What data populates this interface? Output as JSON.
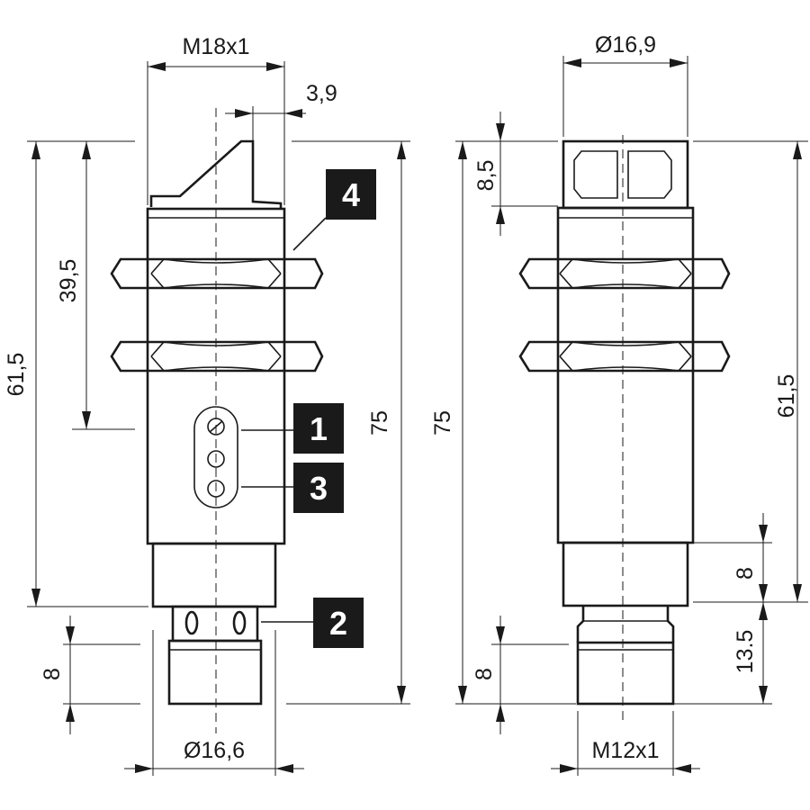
{
  "dimensions": {
    "left_thread": "M18x1",
    "left_offset": "3,9",
    "left_height_total": "75",
    "left_height_615": "61,5",
    "left_height_395": "39,5",
    "left_connector_length": "8",
    "left_diameter": "Ø16,6",
    "right_diameter_top": "Ø16,9",
    "right_top_height": "8,5",
    "right_height_total": "75",
    "right_height_615": "61,5",
    "right_seg_8": "8",
    "right_seg_135": "13.5",
    "right_connector_length": "8",
    "right_thread": "M12x1"
  },
  "callouts": [
    "1",
    "2",
    "3",
    "4"
  ]
}
